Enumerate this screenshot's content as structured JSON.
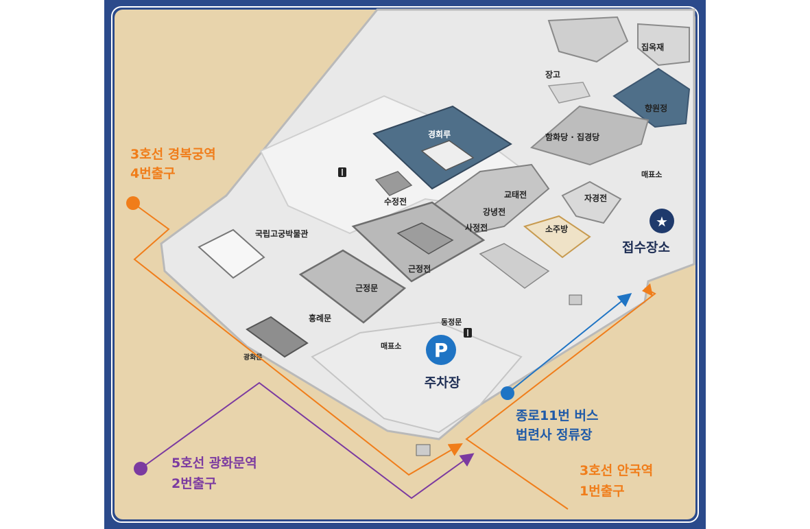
{
  "colors": {
    "frame": "#2b4a8b",
    "background": "#e8d4ac",
    "palace_ground": "#e9e9e9",
    "building_gray": "#bdbdbd",
    "pond_blue": "#4f6f89",
    "orange_route": "#f07d1a",
    "purple_route": "#7b3aa0",
    "blue_route": "#1f74c4",
    "navy_marker": "#1f3a6c"
  },
  "buildings": {
    "jipokjae": "집옥재",
    "janggo": "장고",
    "hyangwonjeong": "향원정",
    "hamhwadang": "함화당 · 집경당",
    "gyeonghoeru": "경회루",
    "sujeongjeon": "수정전",
    "gyotaejeon": "교태전",
    "gangnyeongjeon": "강녕전",
    "sajeongjeon": "사정전",
    "jagyeongjeon": "자경전",
    "sojubang": "소주방",
    "museum": "국립고궁박물관",
    "geunjeongjeon": "근정전",
    "geunjeongmun": "근정문",
    "heungnyemun": "흥례문",
    "gwanghwamun": "광화문",
    "dongsipjagak": "동정문",
    "ticket_left": "매표소",
    "ticket_right": "매표소"
  },
  "markers": {
    "parking_symbol": "P",
    "parking_label": "주차장",
    "reception_label": "접수장소",
    "reception_symbol": "★",
    "restroom_icon": "restroom-icon"
  },
  "routes": {
    "gyeongbokgung": {
      "line1": "3호선 경복궁역",
      "line2": "4번출구"
    },
    "gwanghwamun": {
      "line1": "5호선 광화문역",
      "line2": "2번출구"
    },
    "bus": {
      "line1": "종로11번 버스",
      "line2": "법련사 정류장"
    },
    "anguk": {
      "line1": "3호선 안국역",
      "line2": "1번출구"
    }
  }
}
